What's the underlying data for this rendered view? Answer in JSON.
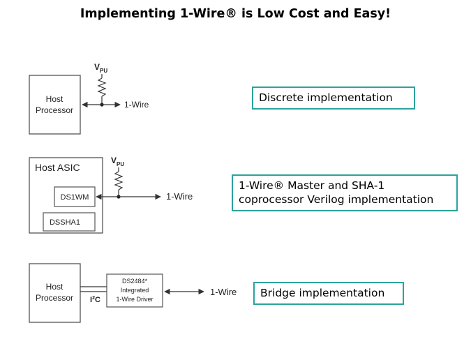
{
  "title": "Implementing 1-Wire® is Low Cost and Easy!",
  "diagrams": {
    "discrete": {
      "host_line1": "Host",
      "host_line2": "Processor",
      "vpu_main": "V",
      "vpu_sub": "PU",
      "wire_label": "1-Wire",
      "callout": "Discrete implementation"
    },
    "asic": {
      "host_label": "Host ASIC",
      "block1": "DS1WM",
      "block2": "DSSHA1",
      "vpu_main": "V",
      "vpu_sub": "PU",
      "wire_label": "1-Wire",
      "callout_line1": "1-Wire® Master and SHA-1",
      "callout_line2": "coprocessor Verilog implementation"
    },
    "bridge": {
      "host_line1": "Host",
      "host_line2": "Processor",
      "i2c_main": "I",
      "i2c_sup": "2",
      "i2c_end": "C",
      "driver_line1": "DS2484*",
      "driver_line2": "Integrated",
      "driver_line3": "1-Wire Driver",
      "wire_label": "1-Wire",
      "callout": "Bridge implementation"
    }
  },
  "colors": {
    "accent": "#2aa39c",
    "line": "#333333"
  }
}
